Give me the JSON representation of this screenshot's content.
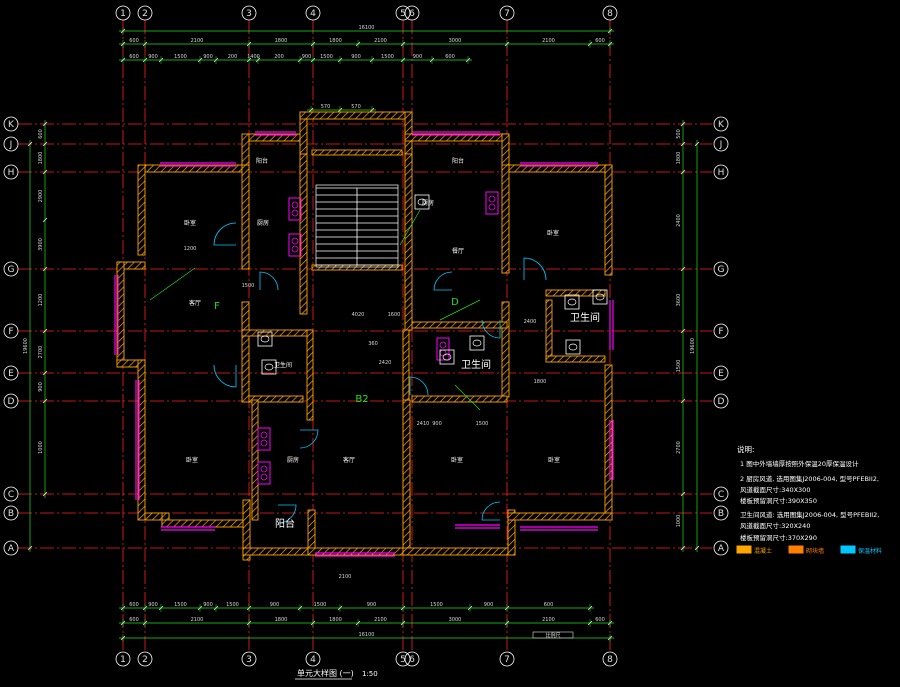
{
  "colors": {
    "background": "#000000",
    "axis_line": "#ff2020",
    "dimension_line": "#20e020",
    "wall": "#ffa500",
    "window": "#ff00ff",
    "text": "#ffffff",
    "door": "#00c8ff"
  },
  "axes": {
    "vertical": [
      "1",
      "2",
      "3",
      "4",
      "5",
      "6",
      "7",
      "8"
    ],
    "horizontal": [
      "K",
      "J",
      "H",
      "G",
      "F",
      "E",
      "D",
      "C",
      "B",
      "A"
    ]
  },
  "dimensions": {
    "top_total": "16100",
    "top_row1": [
      "600",
      "2100",
      "1800",
      "1800",
      "2100",
      "3000",
      "2100",
      "600"
    ],
    "top_row2": [
      "600",
      "900",
      "1500",
      "900",
      "200",
      "1400",
      "200",
      "900",
      "1500",
      "900",
      "1500",
      "900",
      "600"
    ],
    "bottom_row1": [
      "600",
      "900",
      "1500",
      "900",
      "1500",
      "900",
      "1500",
      "900",
      "1500",
      "900",
      "600"
    ],
    "bottom_row2": [
      "600",
      "2100",
      "1800",
      "1800",
      "2100",
      "3000",
      "2100",
      "600"
    ],
    "bottom_total": "16100",
    "stair_widths": [
      "570",
      "570"
    ],
    "left_side": [
      "600",
      "1800",
      "2900",
      "3900",
      "1200",
      "2700",
      "900",
      "1000"
    ],
    "right_side": [
      "500",
      "1800",
      "2400",
      "3600",
      "1500",
      "2700",
      "1000"
    ],
    "inner": [
      "1200",
      "1500",
      "4020",
      "1600",
      "360",
      "2420",
      "2410",
      "900",
      "1500",
      "1800",
      "2400",
      "2100"
    ]
  },
  "rooms": {
    "bedroom_nw": "卧室",
    "balcony_nw": "阳台",
    "kitchen_n": "厨房",
    "balcony_ne": "阳台",
    "kitchen_ne": "厨房",
    "dining_ne": "餐厅",
    "bedroom_ne": "卧室",
    "living_w": "客厅",
    "f_label": "F",
    "d_label": "D",
    "b2_label": "B2",
    "bath_e": "卫生间",
    "bath_c": "卫生间",
    "bath_w": "卫生间",
    "bedroom_sw": "卧室",
    "kitchen_s": "厨房",
    "living_s": "客厅",
    "bedroom_s": "卧室",
    "bedroom_se": "卧室",
    "balcony_s": "阳台"
  },
  "notes": {
    "heading": "说明:",
    "lines": [
      "1  图中外墙墙厚按照外保温20厚保温设计",
      "2  厨房风道, 选用图集J2006-004, 型号PFEBII2,",
      "    风道截面尺寸:340X300",
      "    楼板预留洞尺寸:390X350",
      "卫生间风道: 选用图集J2006-004, 型号PFEBII2,",
      "    风道截面尺寸:320X240",
      "    楼板预留洞尺寸:370X290"
    ]
  },
  "legend": [
    {
      "label": "混凝土",
      "color": "#ffa500"
    },
    {
      "label": "砌块墙",
      "color": "#ff8000"
    },
    {
      "label": "保温材料",
      "color": "#00c8ff"
    }
  ],
  "title": {
    "name": "单元大样图 (一)",
    "scale": "1:50"
  },
  "misc": {
    "scale_bar_label": "比例尺"
  }
}
